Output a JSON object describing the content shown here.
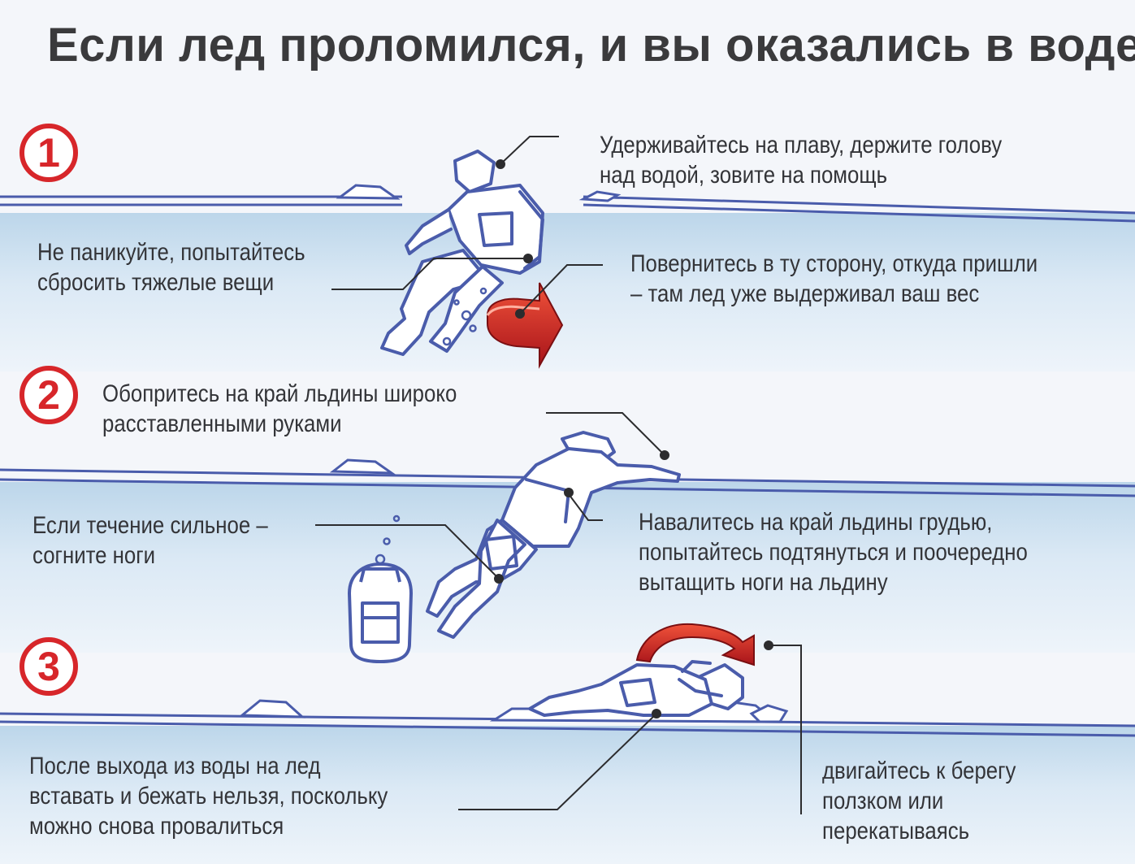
{
  "title": "Если лед проломился, и вы оказались в воде",
  "steps": [
    {
      "number": "1",
      "captions": {
        "stay_afloat": "Удерживайтесь на плаву, держите голову\nнад водой, зовите на помощь",
        "no_panic": "Не паникуйте, попытайтесь\nсбросить тяжелые вещи",
        "turn_back": "Повернитесь в ту сторону, откуда пришли\n– там лед уже выдерживал ваш вес"
      }
    },
    {
      "number": "2",
      "captions": {
        "lean_on_edge": "Обопритесь на край льдины широко\nрасставленными руками",
        "bend_legs": "Если течение сильное –\nсогните ноги",
        "climb_out": "Навалитесь на край льдины грудью,\nпопытайтесь подтянуться и поочередно\nвытащить ноги на льдину"
      }
    },
    {
      "number": "3",
      "captions": {
        "dont_stand": "После выхода из воды на лед\nвставать и бежать нельзя, поскольку\nможно снова провалиться",
        "move_to_shore": "двигайтесь к берегу\nползком или\nперекатываясь"
      }
    }
  ],
  "colors": {
    "accent_red": "#d7262a",
    "outline_blue": "#4a5cab",
    "water_light": "#e3eef7",
    "water_dark": "#bcd6ea",
    "text": "#333438"
  },
  "icons": [
    "person-floating-icon",
    "person-climbing-icon",
    "person-crawling-icon",
    "backpack-icon",
    "turn-arrow-icon",
    "roll-arrow-icon"
  ]
}
